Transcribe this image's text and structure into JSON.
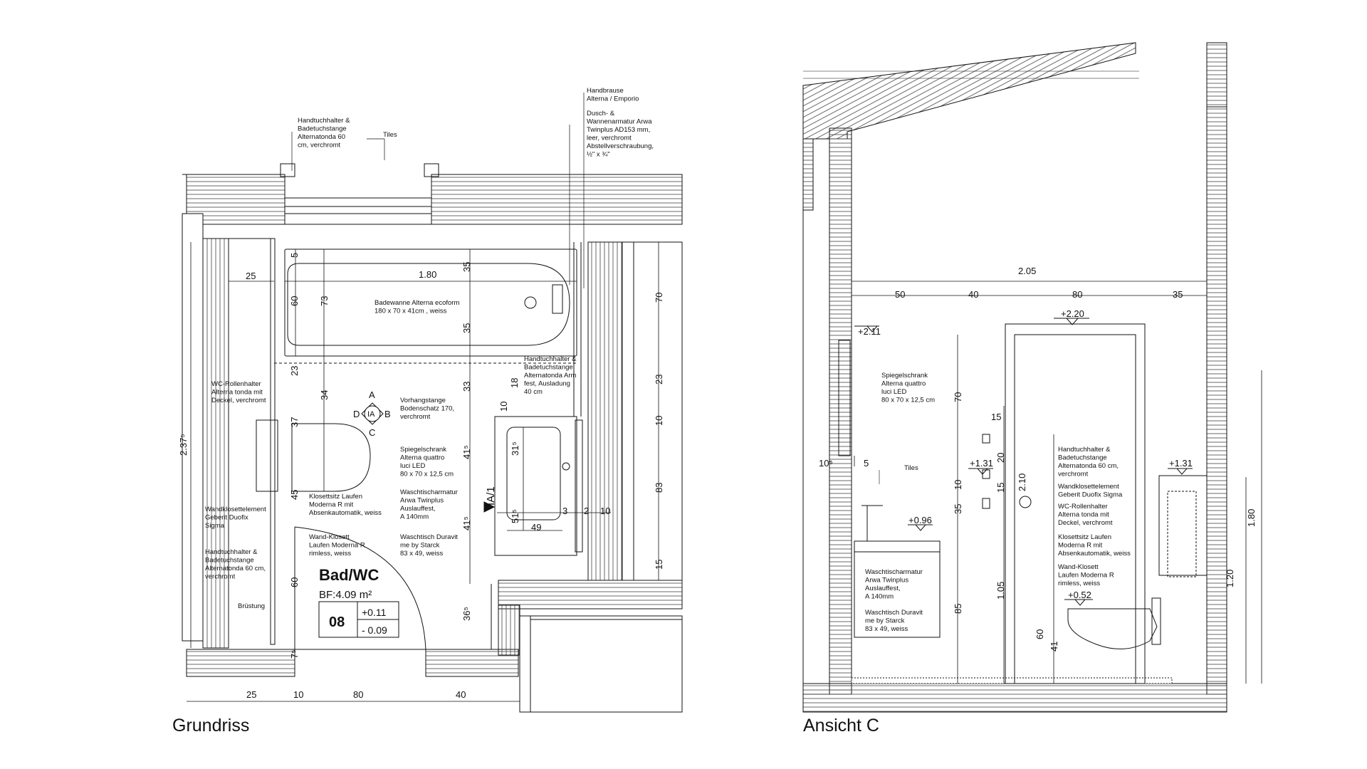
{
  "views": {
    "plan_title": "Grundriss",
    "elevation_title": "Ansicht C"
  },
  "room": {
    "name": "Bad/WC",
    "area": "BF:4.09 m²",
    "number": "08",
    "level_top": "+0.11",
    "level_bottom": "- 0.09"
  },
  "section_marker": {
    "center": "IA",
    "top": "A",
    "bottom": "C",
    "left": "D",
    "right": "B",
    "view_ref": "IA/1"
  },
  "plan_notes": {
    "handtuch_top": [
      "Handtuchhalter &",
      "Badetuchstange",
      "Alternatonda 60",
      "cm, verchromt"
    ],
    "tiles": "Tiles",
    "handbrause": [
      "Handbrause",
      "Alterna / Emporio"
    ],
    "armatur": [
      "Dusch- &",
      "Wannenarmatur Arwa",
      "Twinplus AD153 mm,",
      "leer, verchromt",
      "Abstellverschraubung,",
      "½\" x ¾\""
    ],
    "badewanne": [
      "Badewanne Alterna ecoform",
      "180 x 70 x 41cm , weiss"
    ],
    "handtuch_arm": [
      "Handtuchhalter &",
      "Badetuchstange",
      "Alternatonda Arm",
      "fest, Ausladung",
      "40 cm"
    ],
    "wc_rollen": [
      "WC-Rollenhalter",
      "Alterna tonda mit",
      "Deckel, verchromt"
    ],
    "vorhang": [
      "Vorhangstange",
      "Bodenschatz 170,",
      "verchromt"
    ],
    "spiegel": [
      "Spiegelschrank",
      "Alterna quattro",
      "luci LED",
      "80 x 70 x 12,5 cm"
    ],
    "klosett_sitz": [
      "Klosettsitz Laufen",
      "Moderna R mit",
      "Absenkautomatik, weiss"
    ],
    "wasch_armatur": [
      "Waschtischarmatur",
      "Arwa Twinplus",
      "Auslauffest,",
      "A 140mm"
    ],
    "wandklosett_element": [
      "Wandklosettelement",
      "Geberit Duofix",
      "Sigma"
    ],
    "wand_klosett": [
      "Wand-Klosett",
      "Laufen Moderna R",
      "rimless, weiss"
    ],
    "waschtisch": [
      "Waschtisch Duravit",
      "me by Starck",
      "83 x 49, weiss"
    ],
    "handtuch_left": [
      "Handtuchhalter &",
      "Badetuchstange",
      "Alternatonda 60 cm,",
      "verchromt"
    ],
    "bruestung": "Brüstung"
  },
  "plan_dims": {
    "d25_top": "25",
    "d180": "1.80",
    "d35a": "35",
    "d35b": "35",
    "d5": "5",
    "d60": "60",
    "d73": "73",
    "d23": "23",
    "d34": "34",
    "d33": "33",
    "d18": "18",
    "d10a": "10",
    "d37": "37",
    "d415a": "41⁵",
    "d315": "31⁵",
    "d45": "45",
    "d415b": "41⁵",
    "d515": "51⁵",
    "d3": "3",
    "d2": "2",
    "d10b": "10",
    "d49": "49",
    "d60b": "60",
    "d365": "36⁵",
    "d75": "7⁵",
    "d2375": "2.37⁵",
    "r70": "70",
    "r23": "23",
    "r10": "10",
    "r83": "83",
    "r15": "15",
    "b25": "25",
    "b10": "10",
    "b80": "80",
    "b40": "40"
  },
  "elev_dims": {
    "w205": "2.05",
    "w50": "50",
    "w40": "40",
    "w80": "80",
    "w35": "35",
    "lv211": "+2.11",
    "lv220": "+2.20",
    "lv131a": "+1.31",
    "lv131b": "+1.31",
    "lv096": "+0.96",
    "lv052": "+0.52",
    "v70": "70",
    "v15": "15",
    "v20": "20",
    "v10": "10",
    "v15b": "15",
    "v35": "35",
    "v85": "85",
    "v105": "1.05",
    "v210": "2.10",
    "v60": "60",
    "v41": "41",
    "v105s": "10⁵",
    "v5": "5",
    "h120": "1.20",
    "h180": "1.80"
  },
  "elev_notes": {
    "spiegel": [
      "Spiegelschrank",
      "Alterna quattro",
      "luci LED",
      "80 x 70 x 12,5 cm"
    ],
    "tiles": "Tiles",
    "wasch_armatur": [
      "Waschtischarmatur",
      "Arwa Twinplus",
      "Auslauffest,",
      "A 140mm"
    ],
    "waschtisch": [
      "Waschtisch Duravit",
      "me by Starck",
      "83 x 49, weiss"
    ],
    "right": [
      "Handtuchhalter &",
      "Badetuchstange",
      "Alternatonda 60 cm,",
      "verchromt",
      "Wandklosettelement",
      "Geberit Duofix Sigma",
      "WC-Rollenhalter",
      "Alterna tonda mit",
      "Deckel, verchromt",
      "Klosettsitz Laufen",
      "Moderna R mit",
      "Absenkautomatik, weiss",
      "Wand-Klosett",
      "Laufen Moderna R",
      "rimless, weiss"
    ]
  }
}
